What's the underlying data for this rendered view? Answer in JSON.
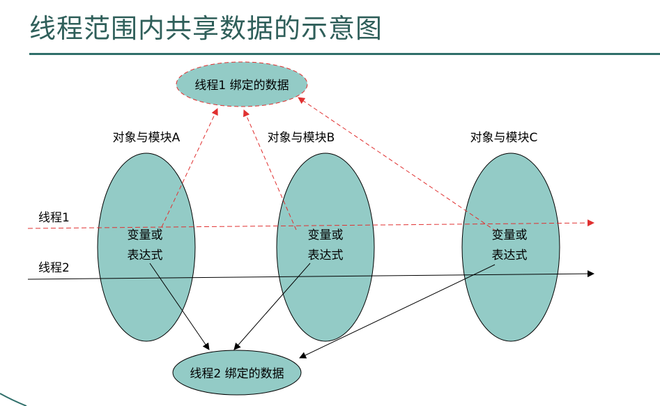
{
  "title": "线程范围内共享数据的示意图",
  "bubbles": {
    "thread1_data": "线程1 绑定的数据",
    "thread2_data": "线程2 绑定的数据"
  },
  "modules": [
    {
      "label": "对象与模块A",
      "var_line1": "变量或",
      "var_line2": "表达式"
    },
    {
      "label": "对象与模块B",
      "var_line1": "变量或",
      "var_line2": "表达式"
    },
    {
      "label": "对象与模块C",
      "var_line1": "变量或",
      "var_line2": "表达式"
    }
  ],
  "threads": [
    {
      "label": "线程1",
      "style": "dashed",
      "color": "#e03030"
    },
    {
      "label": "线程2",
      "style": "solid",
      "color": "#000000"
    }
  ],
  "colors": {
    "title": "#2f5f5a",
    "rule": "#2f6f6a",
    "ellipse_fill": "#93cbc6",
    "thread1": "#e03030",
    "thread2": "#000000"
  }
}
